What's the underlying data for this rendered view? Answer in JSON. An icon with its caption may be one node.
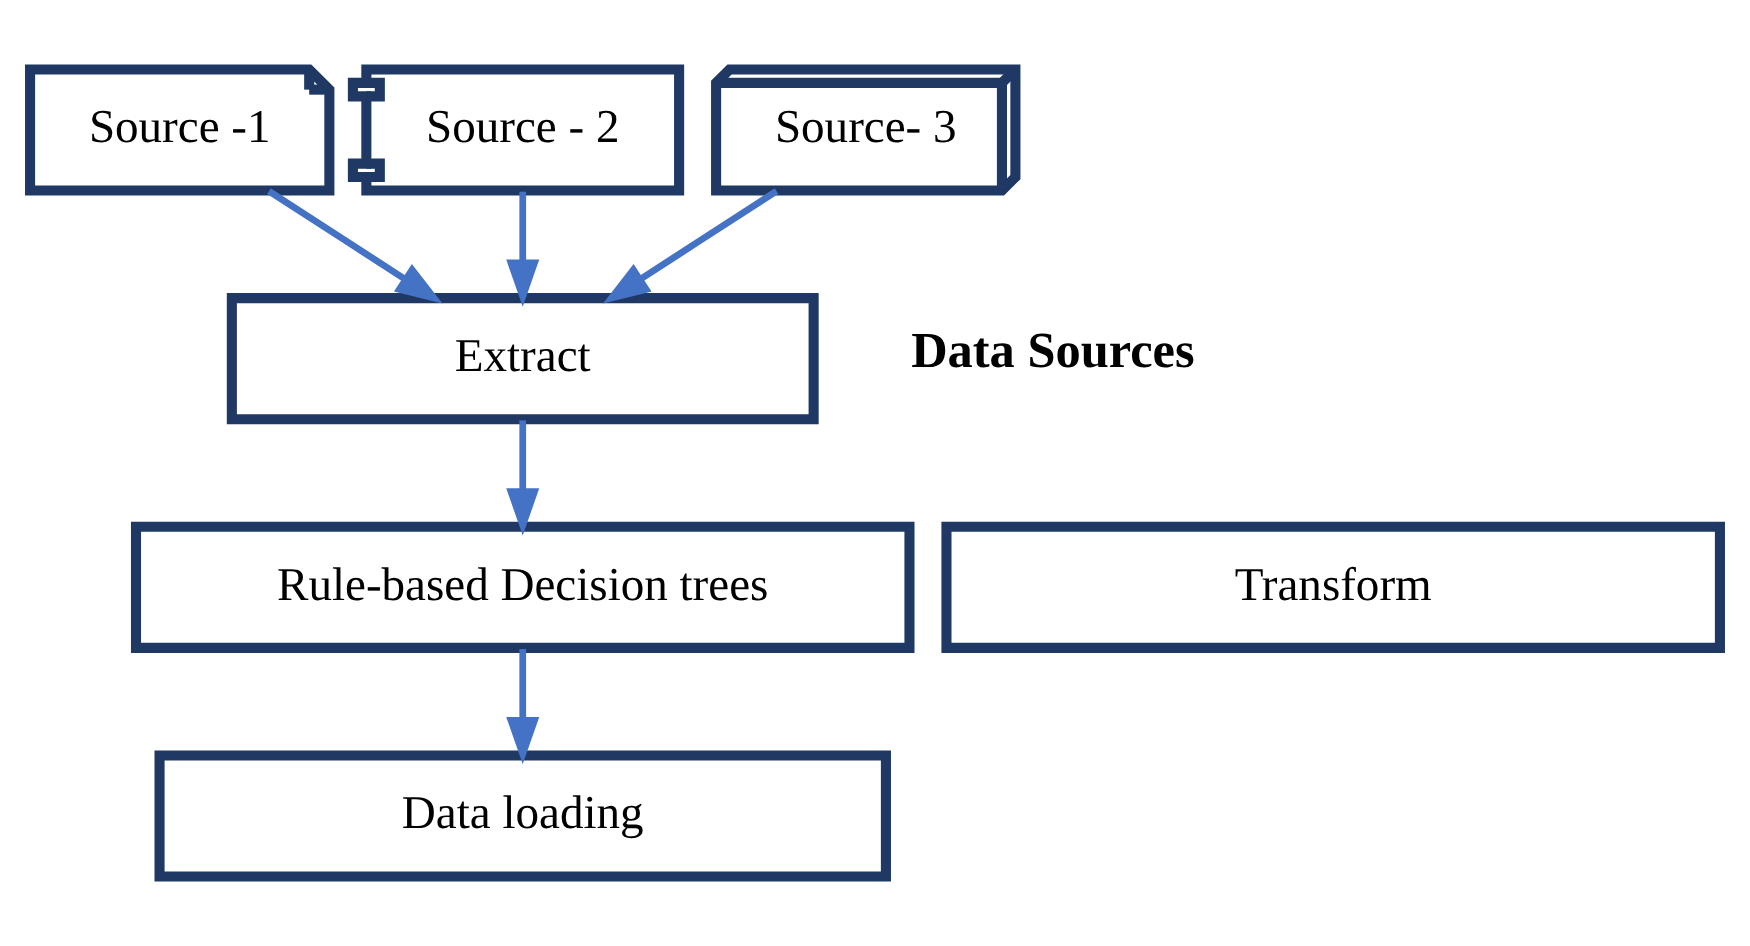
{
  "diagram": {
    "nodes": [
      {
        "text": [
          "Source -1"
        ]
      },
      {
        "text": [
          "Source - 2"
        ]
      },
      {
        "text": [
          "Source- 3"
        ]
      },
      {
        "text": [
          "Extract"
        ]
      },
      {
        "text": [
          "Rule-based Decision trees"
        ]
      },
      {
        "text": [
          "Transform"
        ]
      },
      {
        "text": [
          "Data loading"
        ]
      }
    ],
    "edges": [
      {
        "from": 0,
        "to": 3,
        "arrow": "to"
      },
      {
        "from": 1,
        "to": 3,
        "arrow": "to"
      },
      {
        "from": 2,
        "to": 3,
        "arrow": "to"
      },
      {
        "from": 3,
        "to": 4,
        "arrow": "to"
      },
      {
        "from": 4,
        "to": 6,
        "arrow": "to"
      }
    ],
    "labels": [
      "Data Sources"
    ]
  }
}
